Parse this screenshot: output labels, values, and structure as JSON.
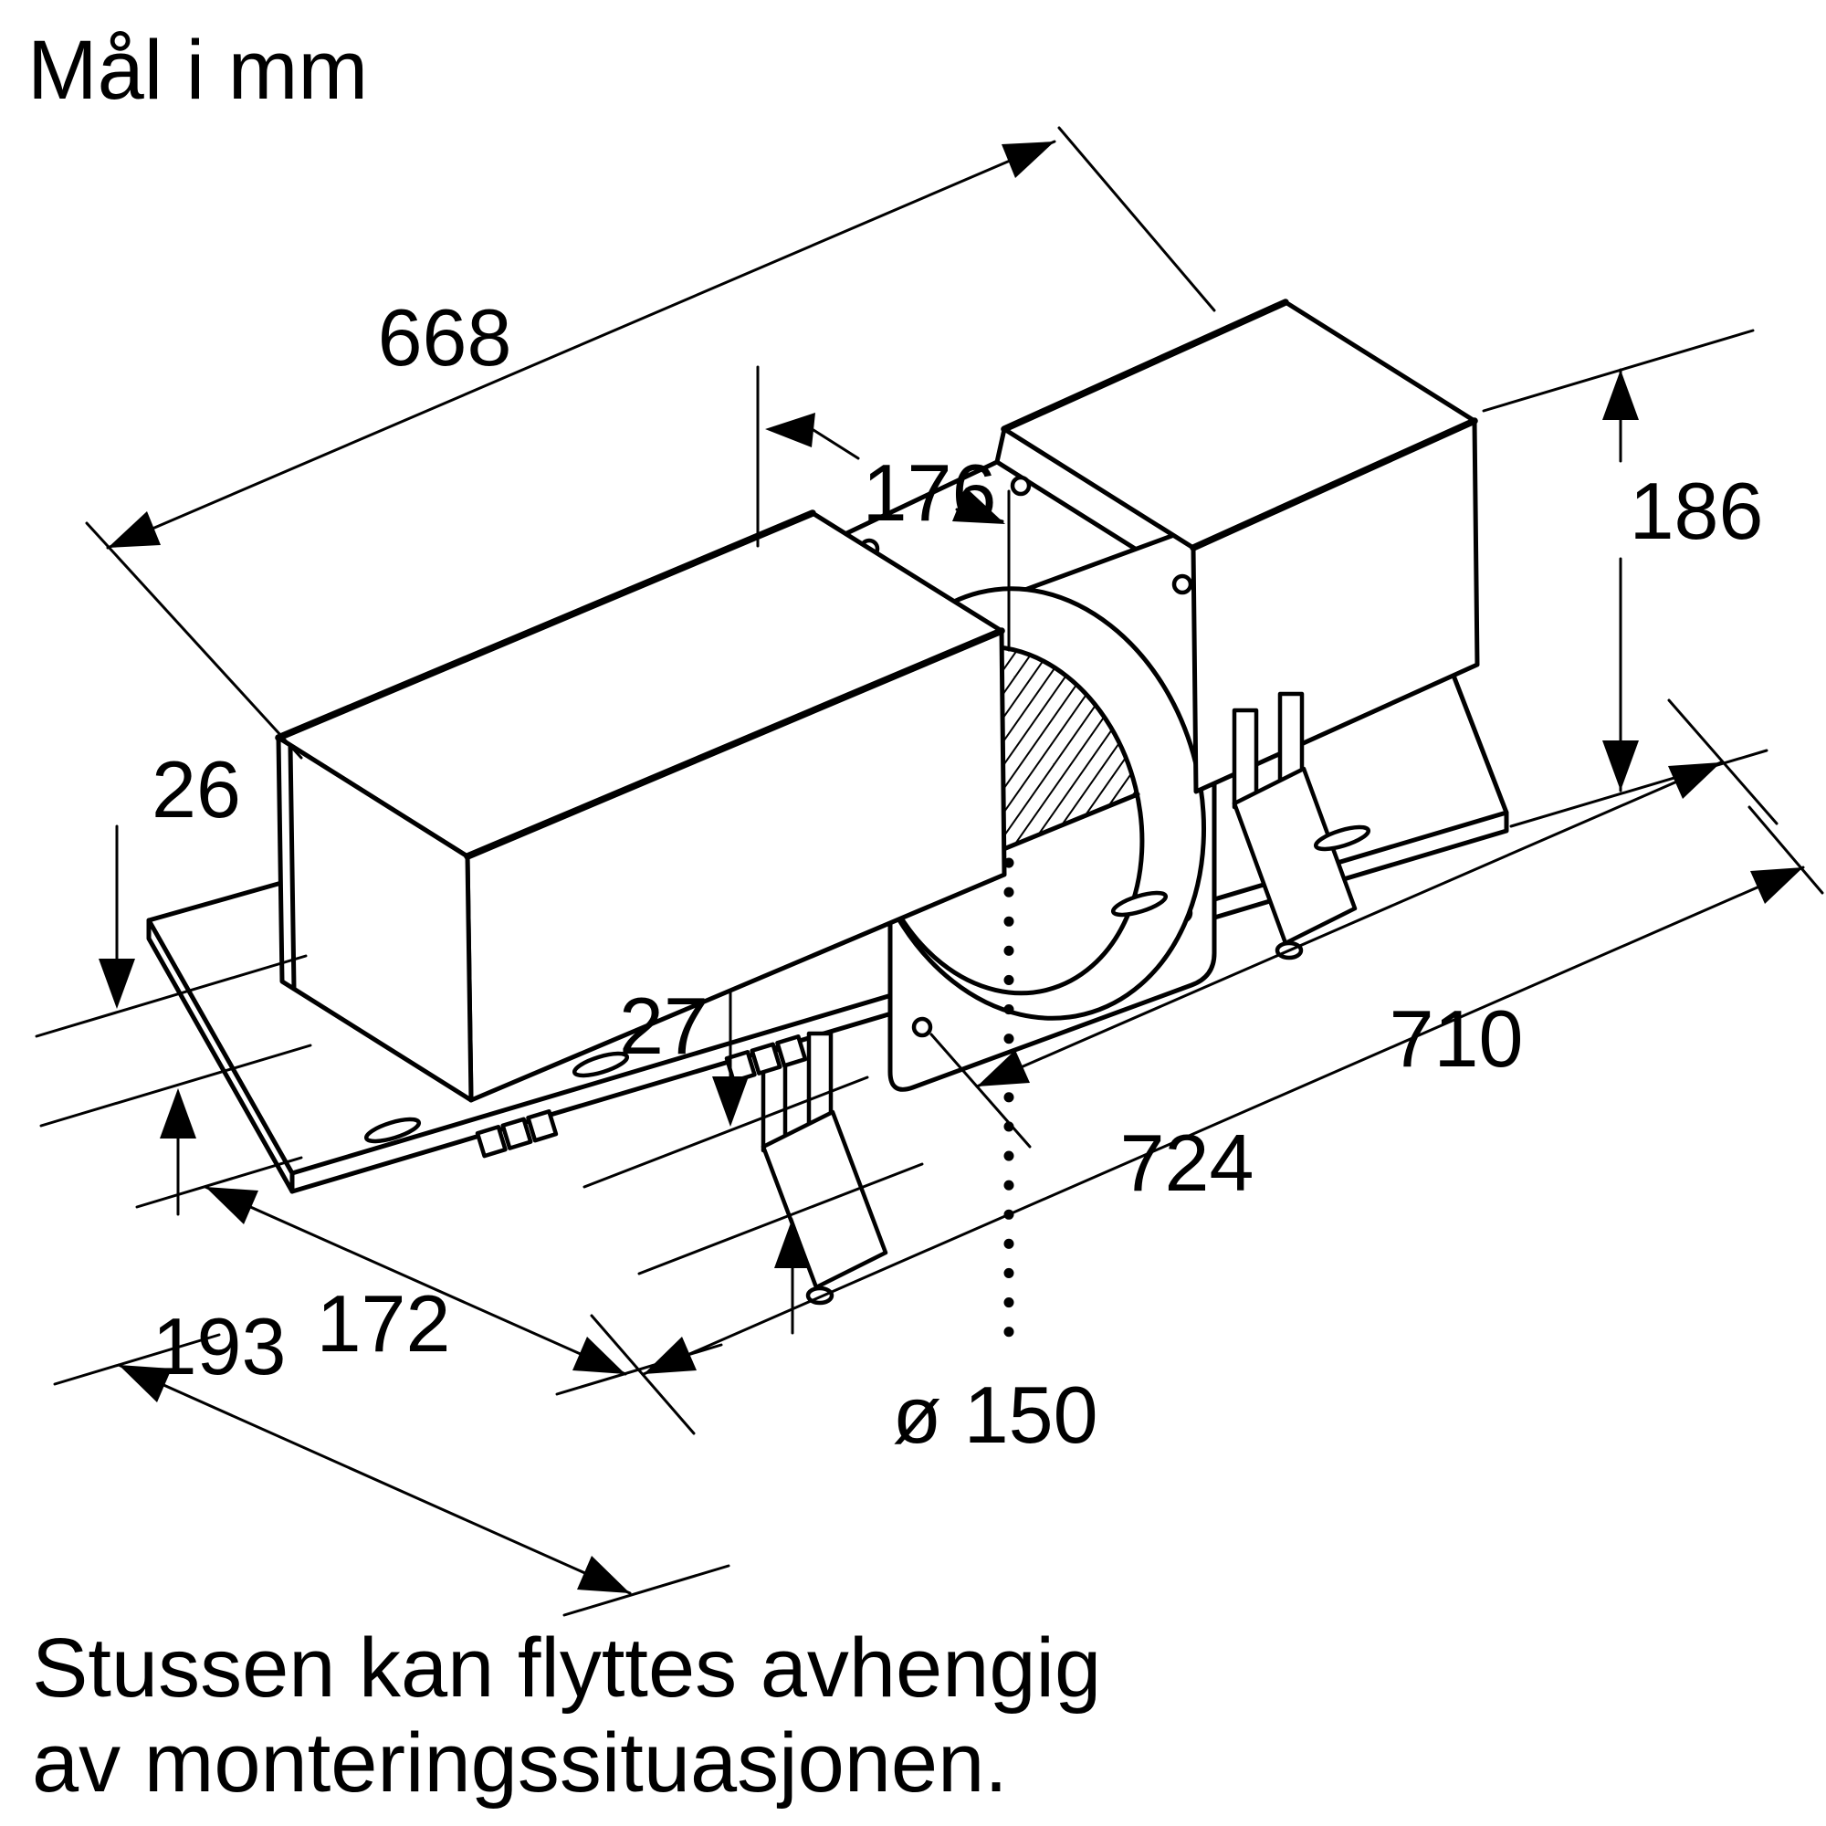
{
  "title": "Mål i mm",
  "caption": {
    "line1": "Stussen kan flyttes avhengig",
    "line2": "av monteringssituasjonen."
  },
  "units": "mm",
  "dimensions": {
    "top_length": "668",
    "duct_center_offset": "176",
    "unit_height": "186",
    "base_length_inner": "710",
    "base_length_outer": "724",
    "left_recess": "26",
    "clip_offset": "27",
    "end_width_inner": "172",
    "end_width_outer": "193",
    "duct_diameter": "ø 150"
  },
  "colors": {
    "line": "#000000",
    "background": "#ffffff"
  }
}
